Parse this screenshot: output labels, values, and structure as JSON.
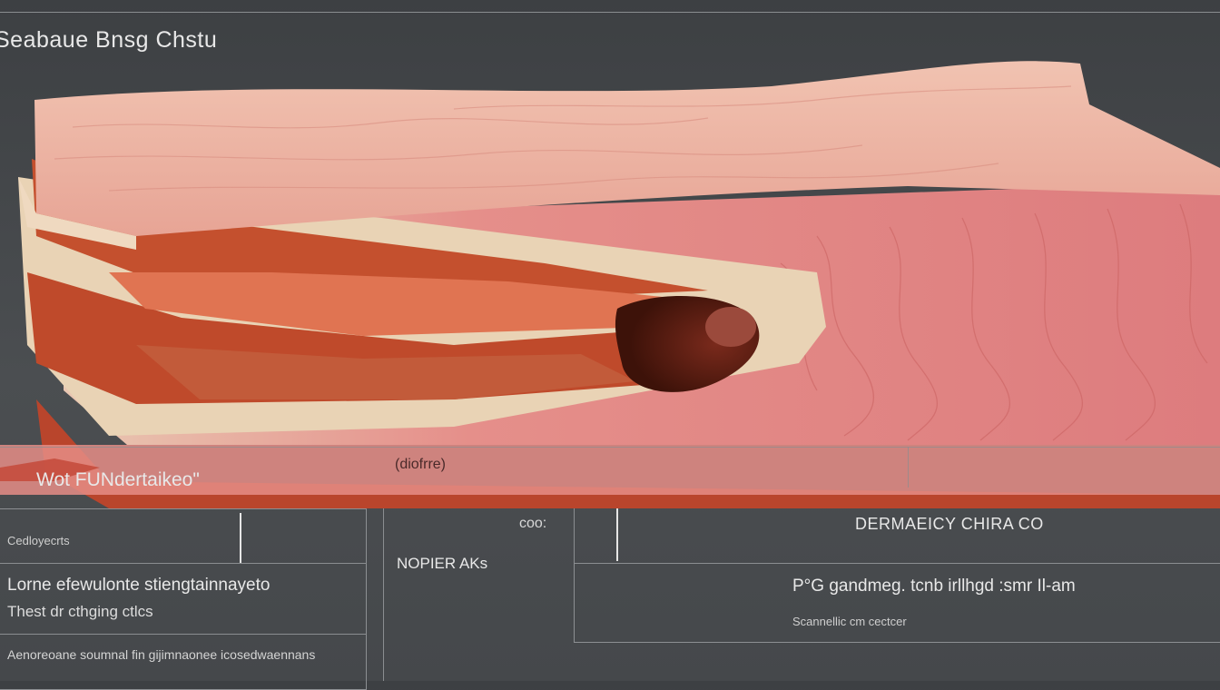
{
  "title": "Seabaue Bnsg Chstu",
  "labels": {
    "overlay_left": "Wot FUNdertaikeo\"",
    "overlay_center": "(diofrre)",
    "mid_small": "coo:",
    "right_heading": "DERMAEICY CHIRA CO",
    "middle_label": "NOPIER AKs"
  },
  "left_panel": {
    "small_label": "Cedloyecrts",
    "line1": "Lorne efewulonte stiengtainnayeto",
    "line2": "Thest dr cthging ctlcs",
    "footer": "Aenoreoane soumnal fin gijimnaonee icosedwaennans"
  },
  "right_panel": {
    "line1": "P°G gandmeg. tcnb irllhgd :smr Il-am",
    "line2": "Scannellic cm cectcer"
  },
  "colors": {
    "background": "#45484b",
    "rule": "#8a8d90",
    "tissue_pink": "#e8918f",
    "tissue_surface": "#efbfae",
    "fat_layer": "#e8d3b8",
    "muscle_red": "#b8432a",
    "cavity": "#5a1e14"
  }
}
